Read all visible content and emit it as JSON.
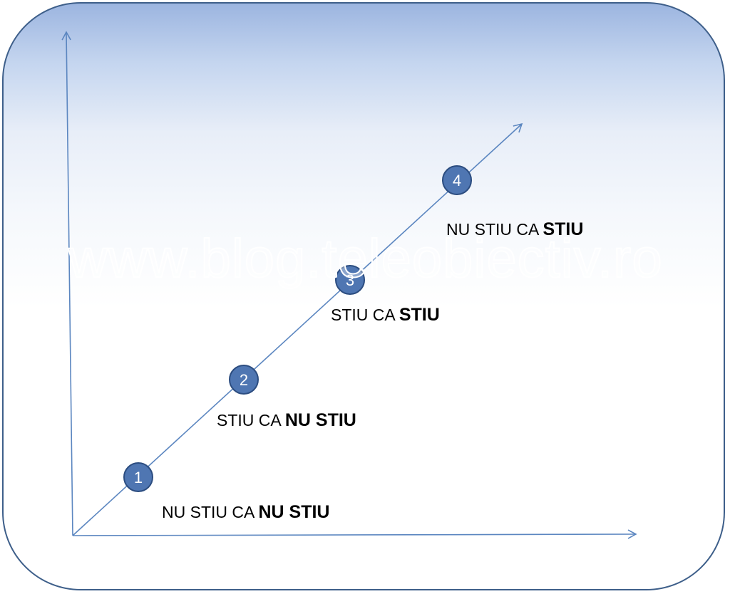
{
  "watermark": "www.blog.teleobiectiv.ro",
  "colors": {
    "axis": "#5b86c0",
    "node_fill": "#4f76b2",
    "node_stroke": "#2c4d80",
    "border": "#3e5f8a"
  },
  "stages": [
    {
      "number": "1",
      "text_plain": "NU STIU CA ",
      "text_bold": "NU STIU"
    },
    {
      "number": "2",
      "text_plain": "STIU CA ",
      "text_bold": "NU STIU"
    },
    {
      "number": "3",
      "text_plain": "STIU CA ",
      "text_bold": "STIU"
    },
    {
      "number": "4",
      "text_plain": "NU STIU CA ",
      "text_bold": "STIU"
    }
  ]
}
